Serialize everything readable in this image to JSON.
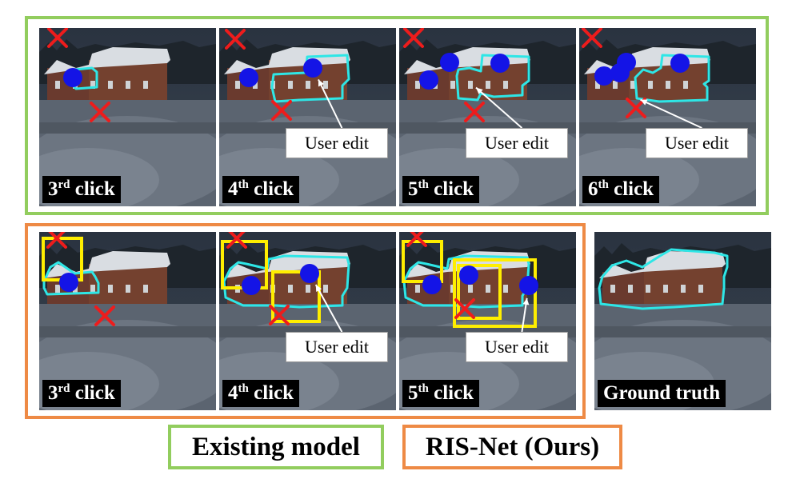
{
  "panels": [
    {
      "row": "existing",
      "ordinal": "3",
      "suffix": "rd",
      "word": "click",
      "mask": "A",
      "dots": [
        [
          42,
          62
        ]
      ],
      "crosses": [
        [
          23,
          12
        ],
        [
          76,
          105
        ]
      ],
      "boxes": [],
      "edit": null
    },
    {
      "row": "existing",
      "ordinal": "4",
      "suffix": "th",
      "word": "click",
      "mask": "B",
      "dots": [
        [
          37,
          62
        ],
        [
          117,
          50
        ]
      ],
      "crosses": [
        [
          20,
          14
        ],
        [
          78,
          103
        ]
      ],
      "boxes": [],
      "edit": {
        "text": "User edit",
        "target": [
          117,
          50
        ]
      }
    },
    {
      "row": "existing",
      "ordinal": "5",
      "suffix": "th",
      "word": "click",
      "mask": "C",
      "dots": [
        [
          37,
          65
        ],
        [
          63,
          43
        ],
        [
          126,
          44
        ]
      ],
      "crosses": [
        [
          18,
          12
        ],
        [
          94,
          105
        ]
      ],
      "boxes": [],
      "edit": {
        "text": "User edit",
        "target": [
          84,
          64
        ]
      }
    },
    {
      "row": "existing",
      "ordinal": "6",
      "suffix": "th",
      "word": "click",
      "mask": "D",
      "dots": [
        [
          31,
          60
        ],
        [
          51,
          56
        ],
        [
          59,
          43
        ],
        [
          126,
          44
        ]
      ],
      "crosses": [
        [
          16,
          12
        ],
        [
          71,
          100
        ]
      ],
      "boxes": [],
      "edit": {
        "text": "User edit",
        "target": [
          62,
          83
        ]
      }
    },
    {
      "row": "ris",
      "ordinal": "3",
      "suffix": "rd",
      "word": "click",
      "mask": "E",
      "dots": [
        [
          37,
          63
        ]
      ],
      "crosses": [
        [
          22,
          8
        ],
        [
          82,
          105
        ]
      ],
      "boxes": [
        [
          5,
          8,
          53,
          60
        ]
      ],
      "edit": null
    },
    {
      "row": "ris",
      "ordinal": "4",
      "suffix": "th",
      "word": "click",
      "mask": "F",
      "dots": [
        [
          40,
          67
        ],
        [
          113,
          52
        ]
      ],
      "crosses": [
        [
          22,
          8
        ],
        [
          75,
          104
        ]
      ],
      "boxes": [
        [
          4,
          12,
          59,
          70
        ],
        [
          67,
          50,
          125,
          112
        ]
      ],
      "edit": {
        "text": "User edit",
        "target": [
          113,
          52
        ]
      }
    },
    {
      "row": "ris",
      "ordinal": "5",
      "suffix": "th",
      "word": "click",
      "mask": "G",
      "dots": [
        [
          41,
          66
        ],
        [
          87,
          54
        ],
        [
          162,
          67
        ]
      ],
      "crosses": [
        [
          22,
          6
        ],
        [
          82,
          96
        ]
      ],
      "boxes": [
        [
          5,
          12,
          53,
          62
        ],
        [
          74,
          42,
          126,
          108
        ],
        [
          69,
          35,
          170,
          118
        ]
      ],
      "edit": {
        "text": "User edit",
        "target": [
          162,
          67
        ]
      }
    }
  ],
  "ground_truth": {
    "label": "Ground truth",
    "mask": "GT"
  },
  "legend": {
    "existing": "Existing model",
    "ris": "RIS-Net (Ours)"
  },
  "colors": {
    "existing_frame": "#92cd5e",
    "ris_frame": "#ee8a45",
    "mask_outline": "#2ee6e6",
    "dot": "#1414e6",
    "cross": "#ee1c1c",
    "box": "#ffee00"
  },
  "icons": {
    "dot": "positive-click-dot-icon",
    "cross": "negative-click-cross-icon",
    "box": "bounding-box-icon",
    "arrow": "edit-arrow-icon"
  }
}
